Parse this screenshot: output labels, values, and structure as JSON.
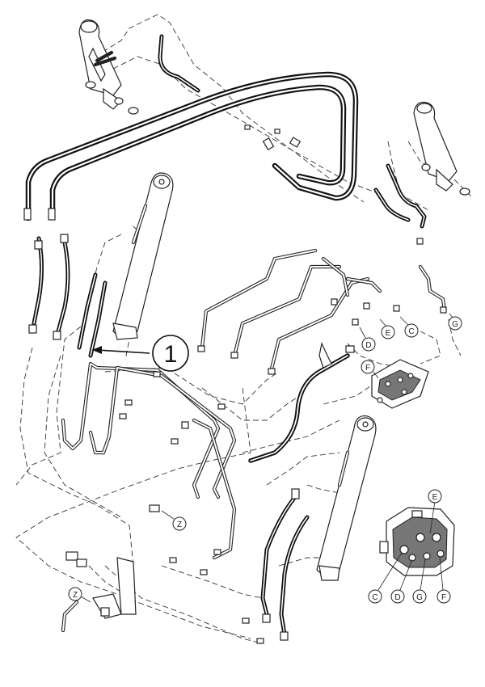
{
  "item_marker": {
    "label": "1"
  },
  "callouts": {
    "d": "D",
    "e": "E",
    "c": "C",
    "g": "G",
    "f": "F",
    "z1": "Z",
    "z2": "Z",
    "valve_e": "E",
    "valve_c": "C",
    "valve_d": "D",
    "valve_g": "G",
    "valve_f": "F"
  }
}
